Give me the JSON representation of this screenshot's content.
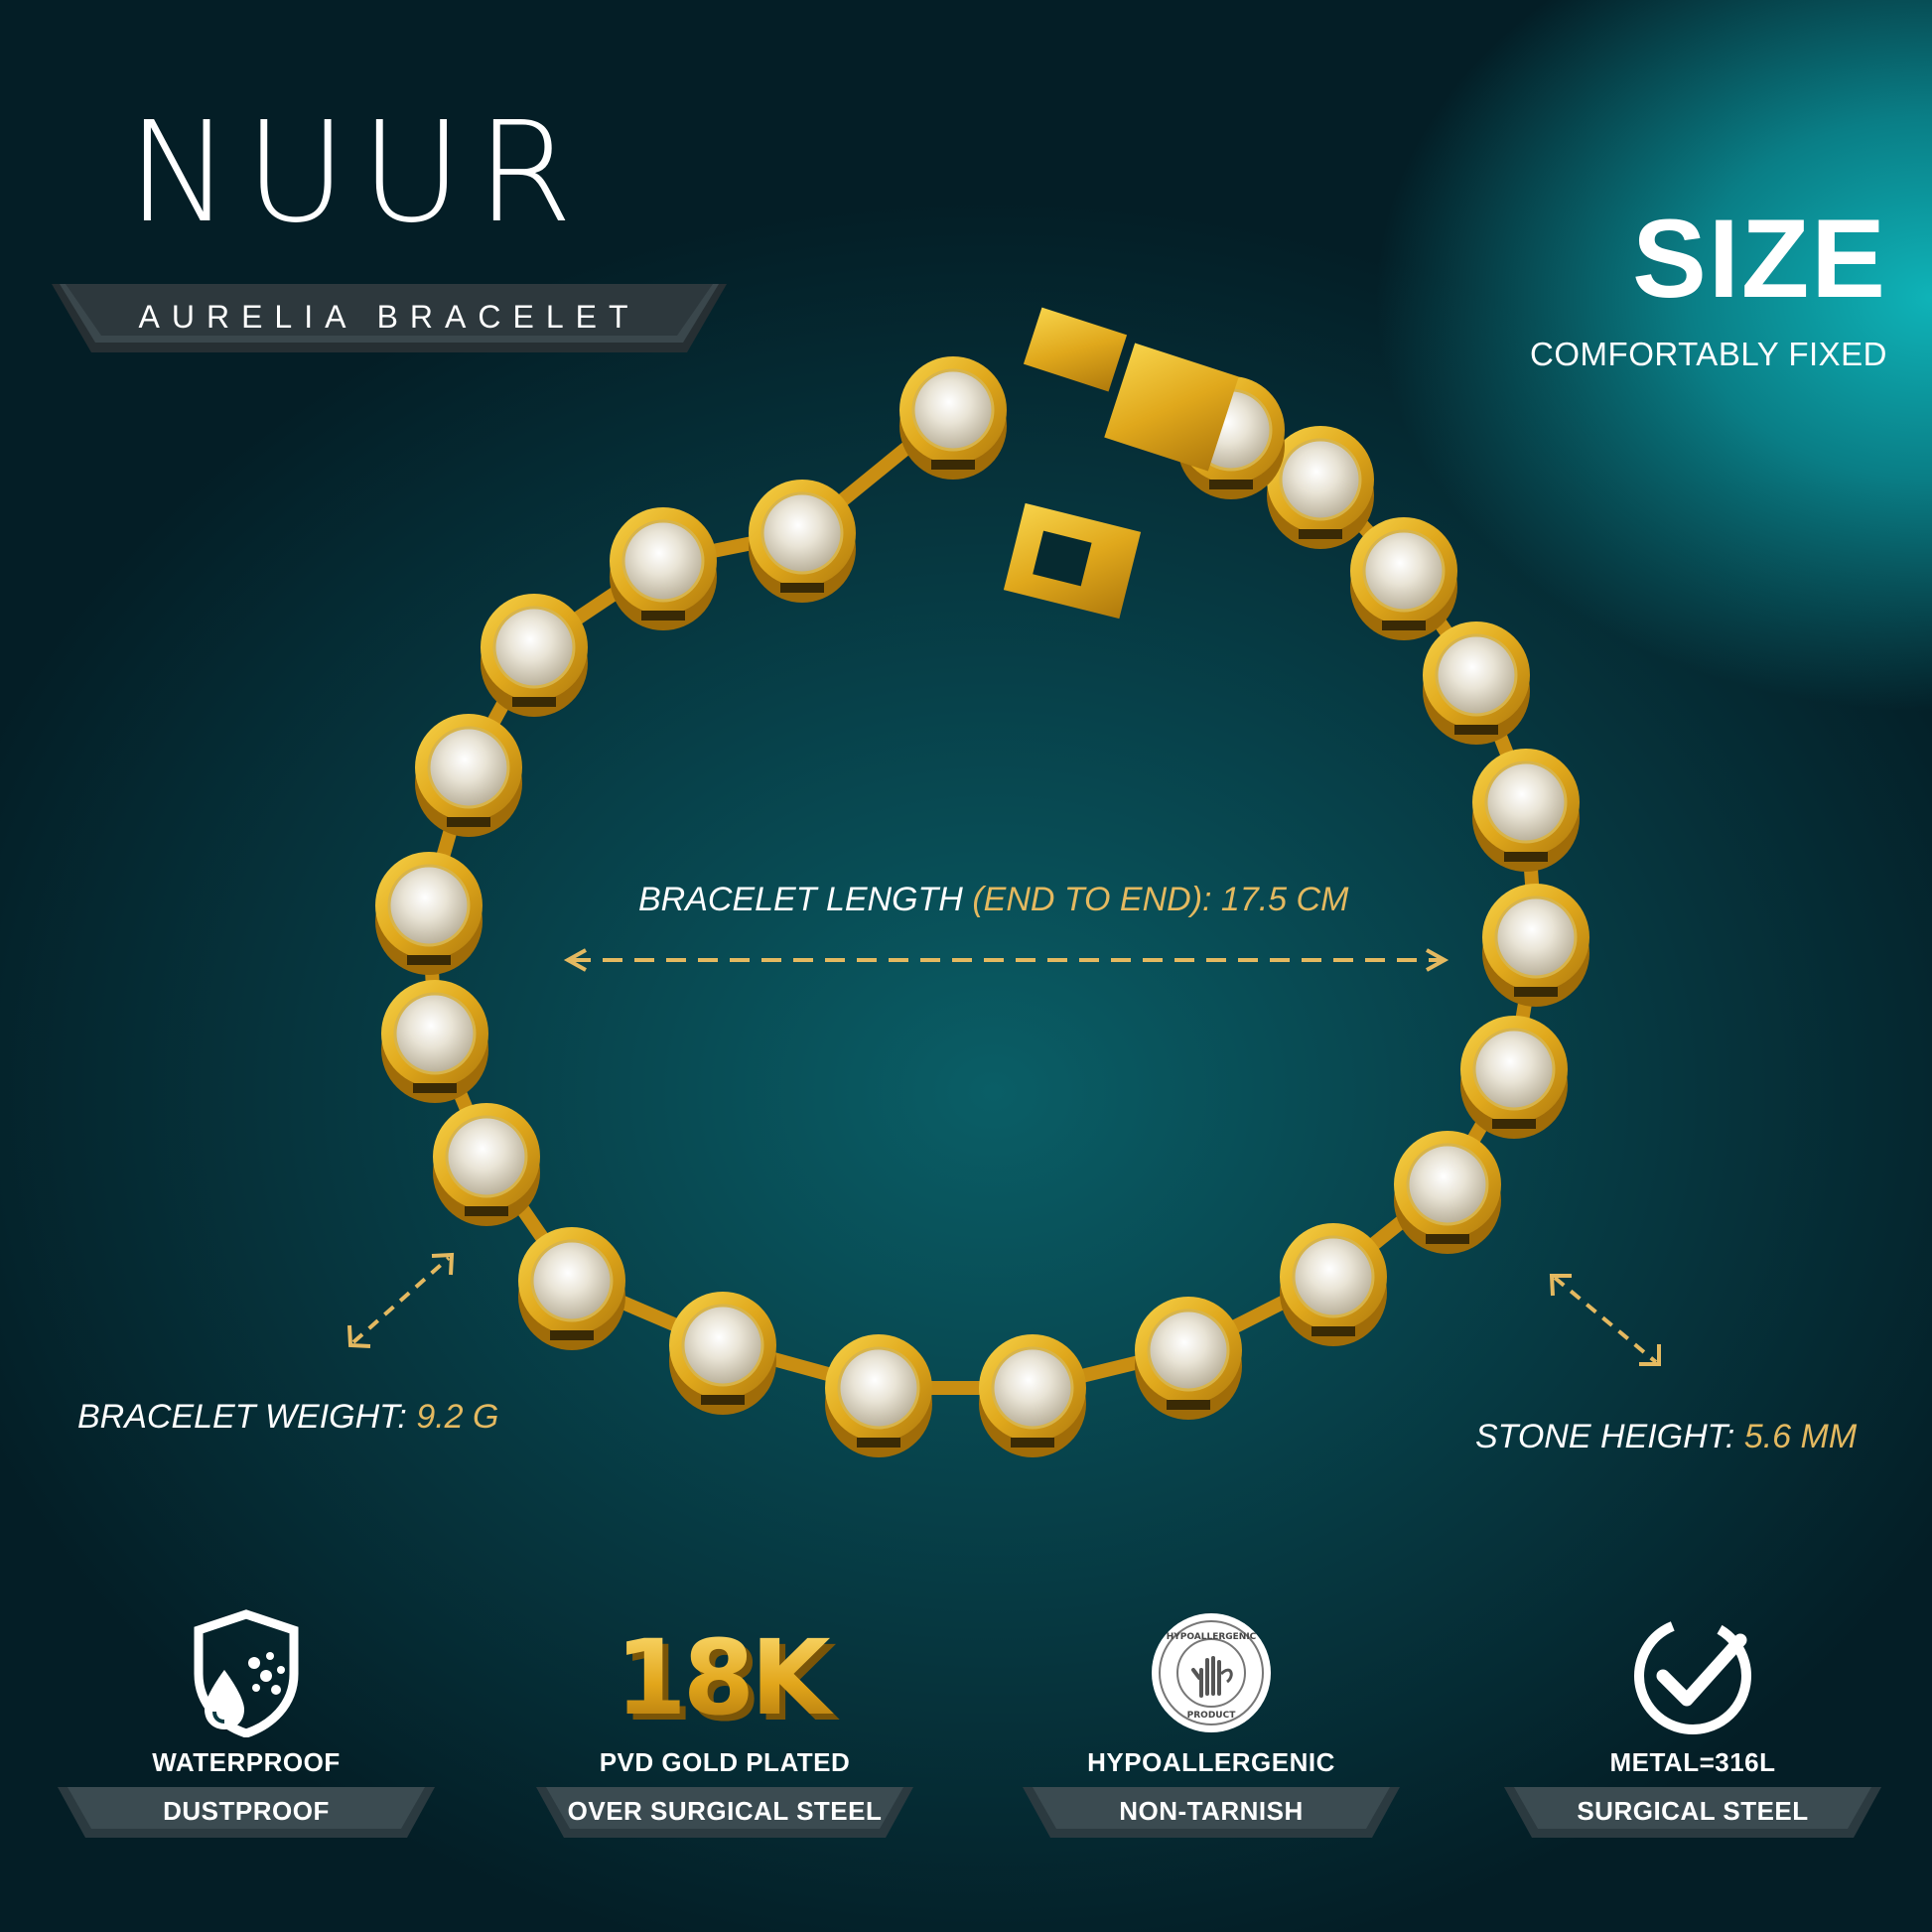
{
  "brand": {
    "name": "NUUR",
    "product": "AURELIA BRACELET"
  },
  "size": {
    "title": "SIZE",
    "subtitle": "COMFORTABLY FIXED"
  },
  "specs": {
    "length": {
      "label": "BRACELET LENGTH",
      "note": "(END TO END):",
      "value": "17.5 CM"
    },
    "weight": {
      "label": "BRACELET WEIGHT:",
      "value": "9.2 G"
    },
    "stone": {
      "label": "STONE HEIGHT:",
      "value": "5.6 MM"
    }
  },
  "features": [
    {
      "icon": "waterproof-shield-icon",
      "line1": "WATERPROOF",
      "line2": "DUSTPROOF"
    },
    {
      "icon": "18k-gold-icon",
      "badge": "18K",
      "line1": "PVD GOLD PLATED",
      "line2": "OVER SURGICAL STEEL"
    },
    {
      "icon": "hypoallergenic-seal-icon",
      "seal_top": "HYPOALLERGENIC",
      "seal_bottom": "PRODUCT",
      "line1": "HYPOALLERGENIC",
      "line2": "NON-TARNISH"
    },
    {
      "icon": "checkmark-circle-icon",
      "line1": "METAL=316L",
      "line2": "SURGICAL  STEEL"
    }
  ],
  "colors": {
    "accent_gold": "#e4b960",
    "background_dark": "#041e26",
    "background_teal": "#0fb3b8",
    "ribbon": "#2b3a40"
  }
}
